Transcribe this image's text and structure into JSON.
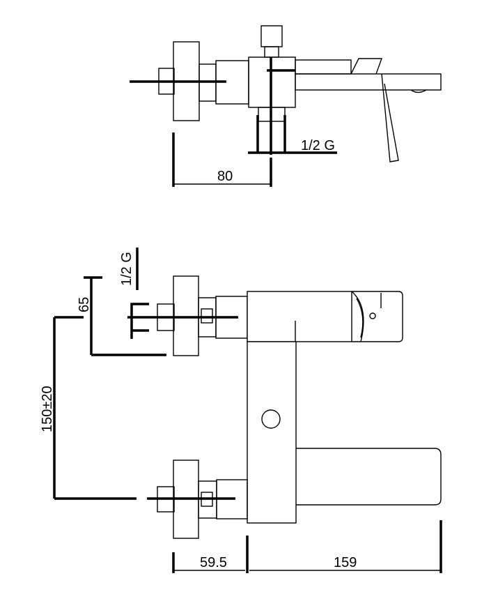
{
  "top_view": {
    "thread_label": "1/2 G",
    "dim_80": "80"
  },
  "front_view": {
    "thread_label": "1/2 G",
    "dim_65": "65",
    "dim_center_spacing": "150±20",
    "dim_59_5": "59.5",
    "dim_159": "159"
  }
}
